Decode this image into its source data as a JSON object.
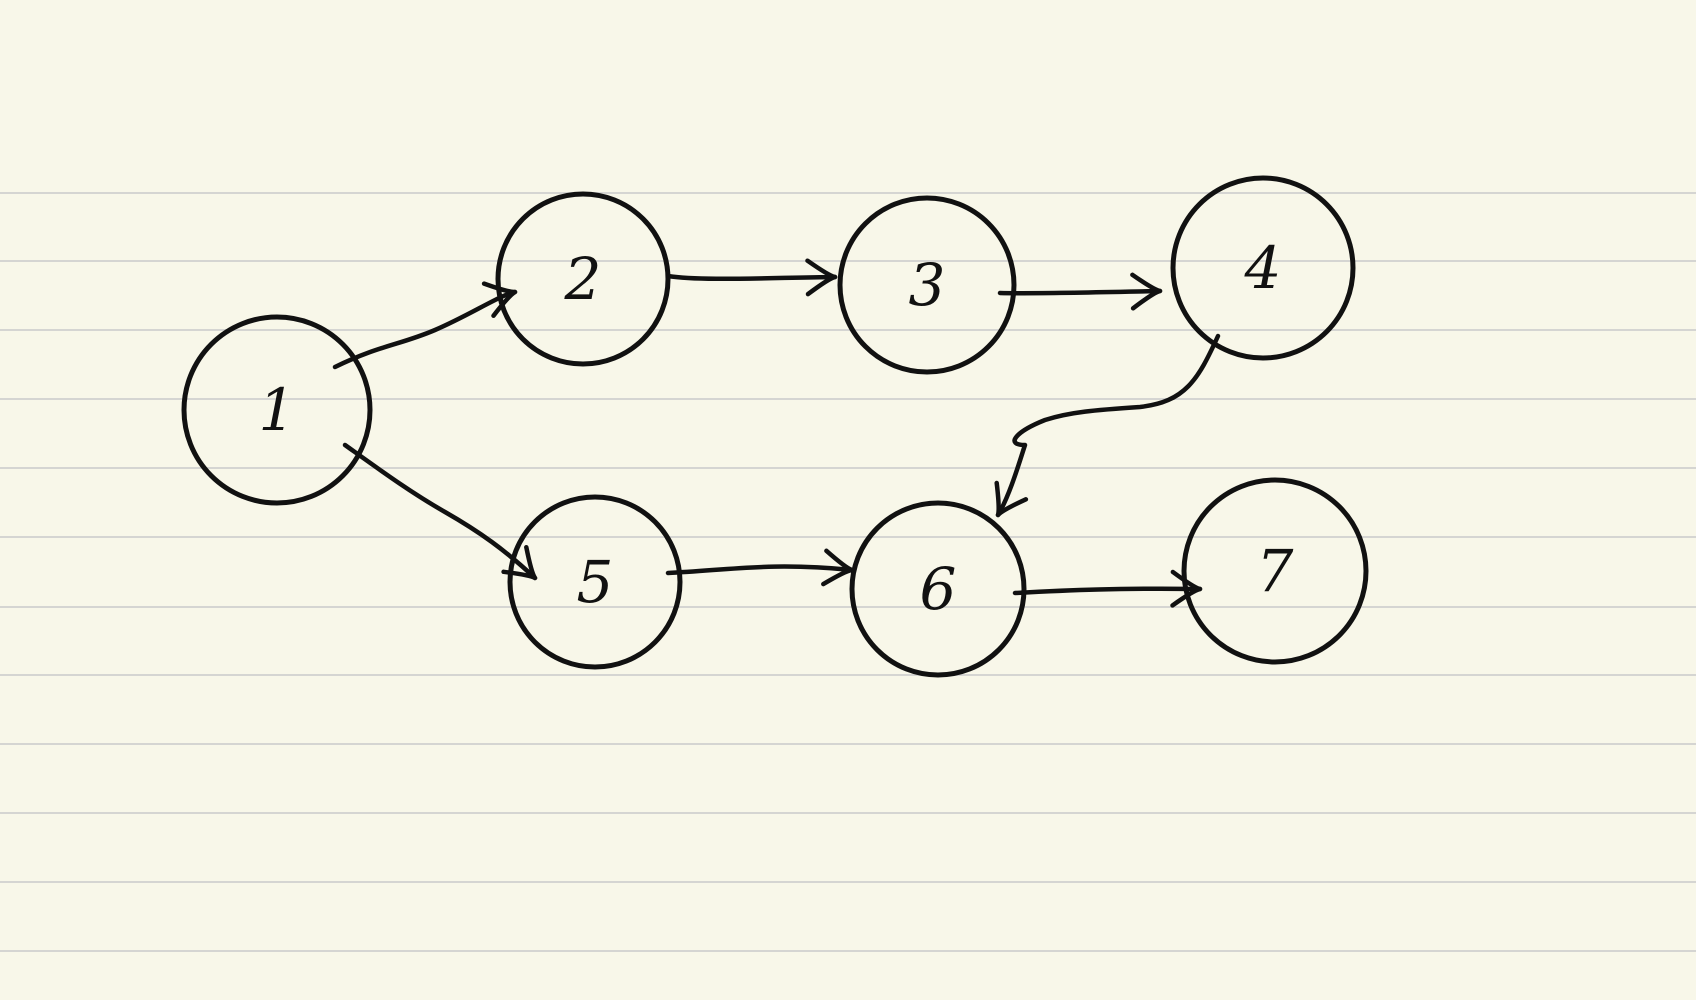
{
  "diagram": {
    "type": "directed-graph",
    "style": "hand-drawn on lined paper",
    "colors": {
      "paper": "#f8f7e9",
      "rule_line": "#d5d5d2",
      "ink": "#111111"
    },
    "nodes": [
      {
        "id": "1",
        "label": "1"
      },
      {
        "id": "2",
        "label": "2"
      },
      {
        "id": "3",
        "label": "3"
      },
      {
        "id": "4",
        "label": "4"
      },
      {
        "id": "5",
        "label": "5"
      },
      {
        "id": "6",
        "label": "6"
      },
      {
        "id": "7",
        "label": "7"
      }
    ],
    "edges": [
      {
        "from": "1",
        "to": "2"
      },
      {
        "from": "1",
        "to": "5"
      },
      {
        "from": "2",
        "to": "3"
      },
      {
        "from": "3",
        "to": "4"
      },
      {
        "from": "4",
        "to": "6"
      },
      {
        "from": "5",
        "to": "6"
      },
      {
        "from": "6",
        "to": "7"
      }
    ]
  }
}
